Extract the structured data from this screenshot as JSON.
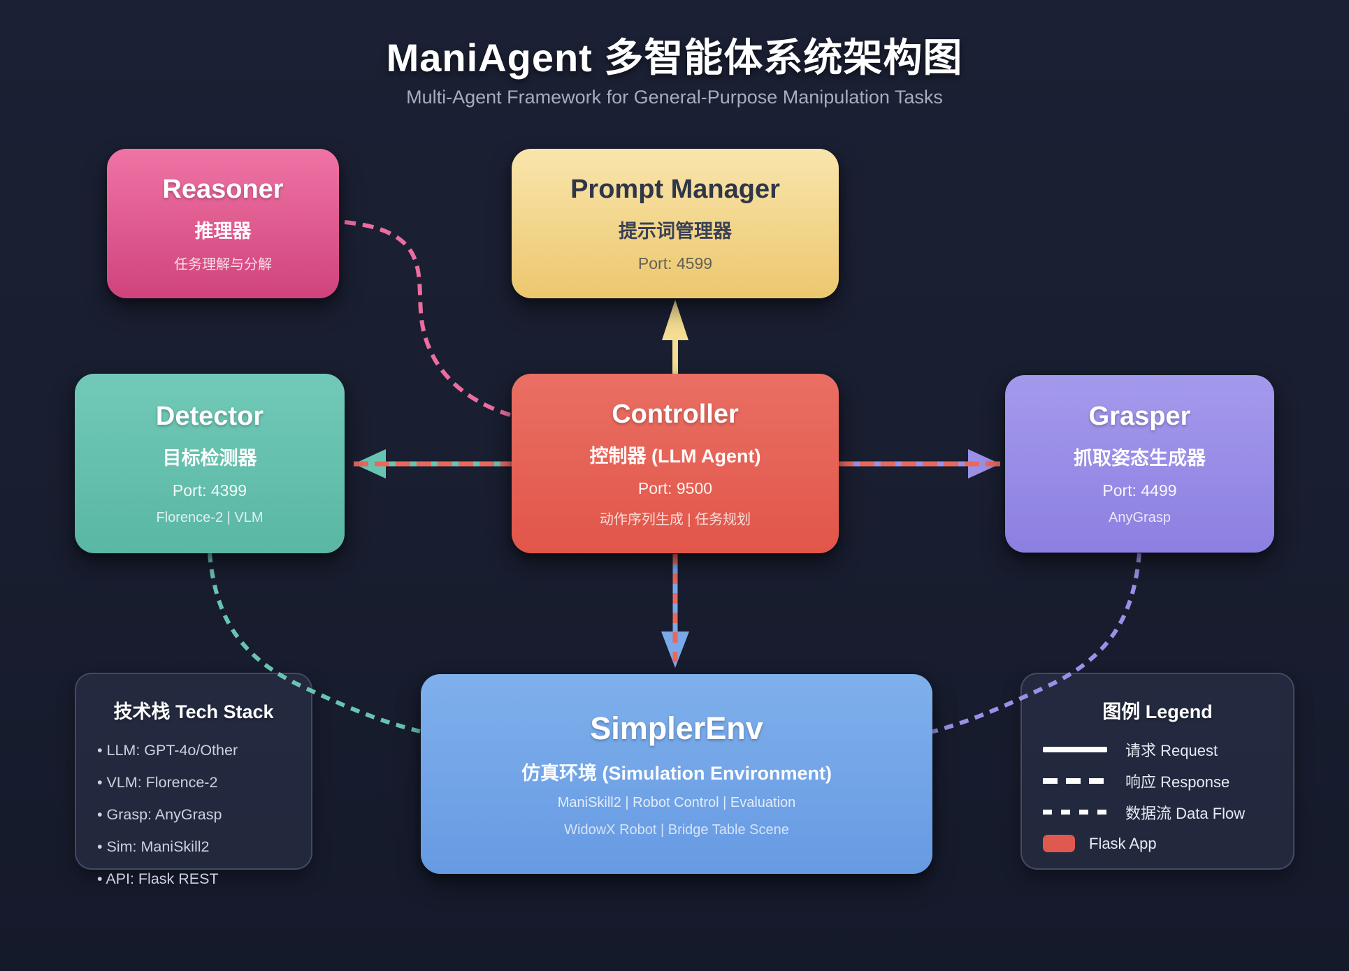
{
  "header": {
    "title": "ManiAgent 多智能体系统架构图",
    "subtitle": "Multi-Agent Framework for General-Purpose Manipulation Tasks"
  },
  "nodes": {
    "reasoner": {
      "title": "Reasoner",
      "subtitle": "推理器",
      "description": "任务理解与分解"
    },
    "prompt_manager": {
      "title": "Prompt Manager",
      "subtitle": "提示词管理器",
      "port": "Port: 4599"
    },
    "detector": {
      "title": "Detector",
      "subtitle": "目标检测器",
      "port": "Port: 4399",
      "description": "Florence-2 | VLM"
    },
    "controller": {
      "title": "Controller",
      "subtitle": "控制器 (LLM Agent)",
      "port": "Port: 9500",
      "description": "动作序列生成 | 任务规划"
    },
    "grasper": {
      "title": "Grasper",
      "subtitle": "抓取姿态生成器",
      "port": "Port: 4499",
      "description": "AnyGrasp"
    },
    "simpler_env": {
      "title": "SimplerEnv",
      "subtitle": "仿真环境 (Simulation Environment)",
      "description": "ManiSkill2 | Robot Control | Evaluation",
      "description2": "WidowX Robot | Bridge Table Scene"
    }
  },
  "tech_stack": {
    "title": "技术栈 Tech Stack",
    "items": [
      "• LLM: GPT-4o/Other",
      "• VLM: Florence-2",
      "• Grasp: AnyGrasp",
      "• Sim: ManiSkill2",
      "• API: Flask REST"
    ]
  },
  "legend": {
    "title": "图例 Legend",
    "request_label": "请求 Request",
    "response_label": "响应 Response",
    "data_flow_label": "数据流 Data Flow",
    "flask_label": "Flask App"
  },
  "colors": {
    "pink": "#ec6d9f",
    "yellow": "#f5dd93",
    "teal": "#68c4b2",
    "red": "#e8685e",
    "purple": "#9b90e8",
    "blue": "#79a9e8",
    "flask_red": "#e0594f"
  }
}
